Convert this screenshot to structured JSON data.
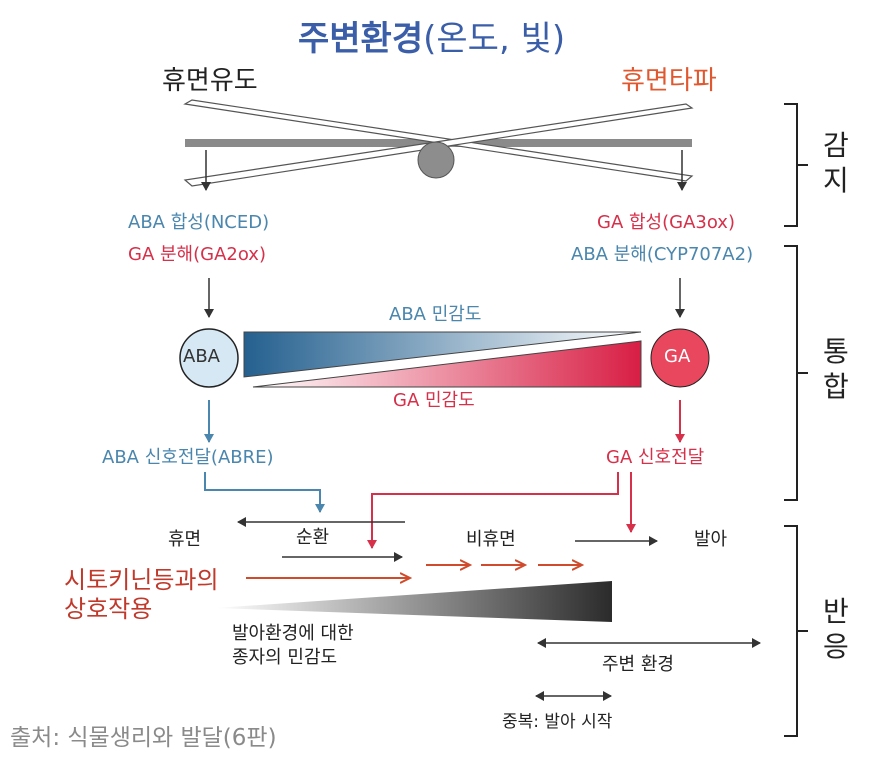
{
  "title": {
    "bold": "주변환경",
    "normal": "(온도, 빛)"
  },
  "top_labels": {
    "left": "휴면유도",
    "right": "휴면타파"
  },
  "brackets": {
    "sense": "감\n지",
    "integrate": "통\n합",
    "respond": "반\n응"
  },
  "left_chain": {
    "aba_synth": "ABA 합성(NCED)",
    "ga_degrade": "GA 분해(GA2ox)",
    "circle": "ABA",
    "signal": "ABA 신호전달(ABRE)"
  },
  "right_chain": {
    "ga_synth": "GA 합성(GA3ox)",
    "aba_degrade": "ABA 분해(CYP707A2)",
    "circle": "GA",
    "signal": "GA 신호전달"
  },
  "sensitivity": {
    "aba": "ABA 민감도",
    "ga": "GA 민감도"
  },
  "states": {
    "dormancy": "휴면",
    "cycling": "순환",
    "nondormancy": "비휴면",
    "germination": "발아"
  },
  "cytokinin": "시토키닌등과의\n상호작용",
  "seed_sensitivity": "발아환경에 대한\n종자의 민감도",
  "env_range": "주변 환경",
  "overlap": "중복: 발아 시작",
  "source": "출처: 식물생리와 발달(6판)",
  "colors": {
    "title_blue": "#3b5ea8",
    "aba_blue": "#4a86ad",
    "ga_red": "#d6304a",
    "orange_red": "#e0582f",
    "dark_red": "#c0392b"
  }
}
